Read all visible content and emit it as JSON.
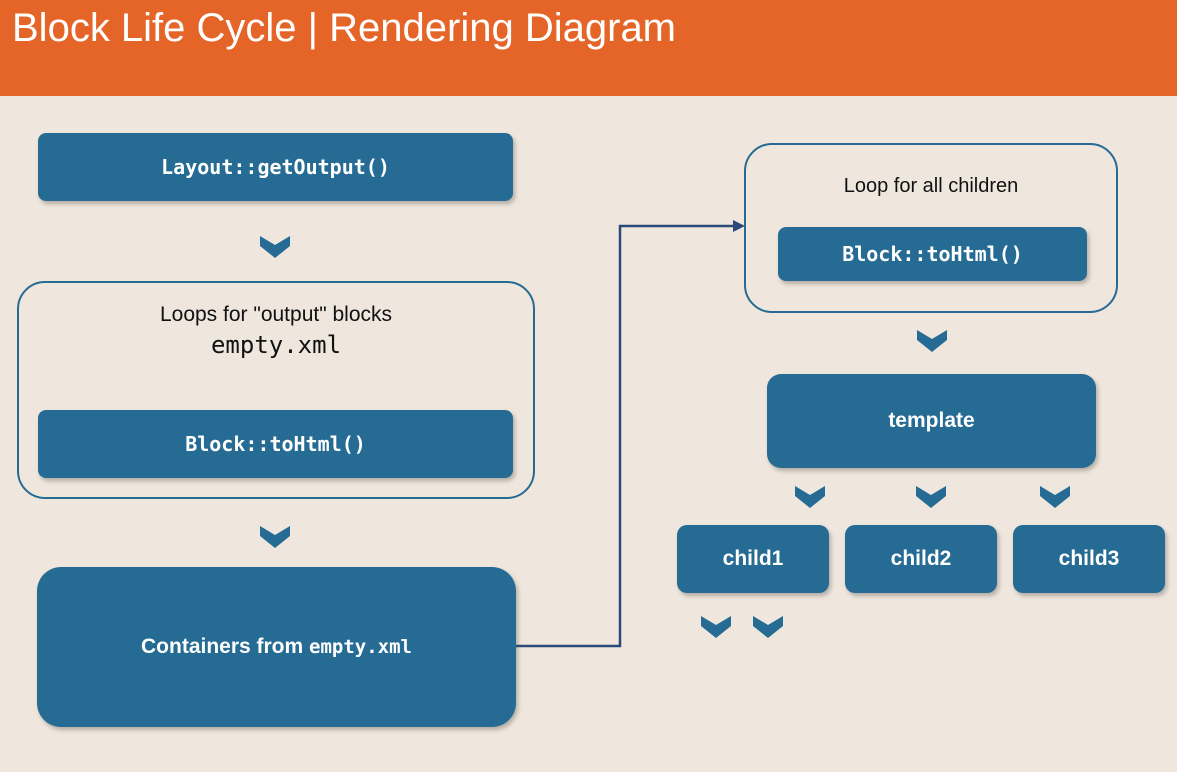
{
  "header": {
    "title": "Block Life Cycle | Rendering Diagram"
  },
  "colors": {
    "header_bg": "#e56528",
    "box": "#266b94",
    "background": "#efe7dd",
    "arrow": "#2a4a7a"
  },
  "left": {
    "layout_label": "Layout::getOutput()",
    "loop_label": "Loops for \"output\" blocks",
    "loop_file": "empty.xml",
    "block_label": "Block::toHtml()",
    "containers_prefix": "Containers from ",
    "containers_file": "empty.xml"
  },
  "right": {
    "loop_label": "Loop for all children",
    "block_label": "Block::toHtml()",
    "template_label": "template",
    "children": [
      "child1",
      "child2",
      "child3"
    ]
  },
  "icons": {
    "down": "chevron-down-icon",
    "arrow": "arrow-right-icon"
  }
}
